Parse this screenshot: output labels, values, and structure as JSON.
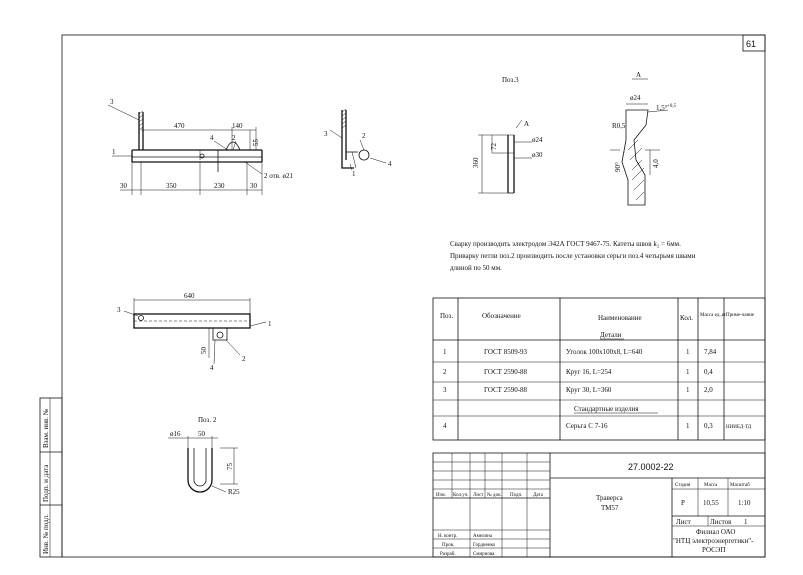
{
  "sheet_number": "61",
  "note": {
    "line1": "Сварку производить электродом Э42А ГОСТ 9467-75.  Катеты швов k₂ = 6мм.",
    "line2": "Приварку петли поз.2 производить после установки серьги поз.4 четырьмя швами",
    "line3": "длиной по 50 мм."
  },
  "views": {
    "main": {
      "dims": {
        "d470": "470",
        "d140": "140",
        "d55": "55",
        "d30a": "30",
        "d350": "350",
        "d230": "230",
        "d30b": "30",
        "holes": "2 отв.  ø21"
      },
      "callouts": {
        "c1": "1",
        "c2": "2",
        "c3": "3",
        "c4": "4"
      }
    },
    "side": {
      "callouts": {
        "c1": "1",
        "c2": "2",
        "c3": "3",
        "c4": "4"
      }
    },
    "pos3": {
      "title": "Поз.3",
      "d24": "ø24",
      "d30": "ø30",
      "d72": "72",
      "d360": "360",
      "markA": "А"
    },
    "sectionA": {
      "title": "А",
      "d24": "ø24",
      "r05": "R0,5",
      "slope": "1,5°",
      "slope_sup": "+0,5",
      "ang": "90°",
      "d40": "4,0"
    },
    "top": {
      "d640": "640",
      "d50": "50",
      "callouts": {
        "c1": "1",
        "c2": "2",
        "c3": "3",
        "c4": "4"
      }
    },
    "pos2": {
      "title": "Поз. 2",
      "d16": "ø16",
      "d50": "50",
      "d75": "75",
      "r25": "R25"
    }
  },
  "spec": {
    "headers": {
      "pos": "Поз.",
      "code": "Обозначение",
      "name": "Наименование",
      "qty": "Кол.",
      "mass": "Масса ед.,кг",
      "note": "Приме-чание"
    },
    "section_details": "Детали",
    "section_std": "Стандартные изделия",
    "rows": [
      {
        "pos": "1",
        "code": "ГОСТ 8509-93",
        "name": "Уголок 100х100х8, L=640",
        "qty": "1",
        "mass": "7,84",
        "note": ""
      },
      {
        "pos": "2",
        "code": "ГОСТ 2590-88",
        "name": "Круг 16, L=254",
        "qty": "1",
        "mass": "0,4",
        "note": ""
      },
      {
        "pos": "3",
        "code": "ГОСТ 2590-88",
        "name": "Круг 30, L=360",
        "qty": "1",
        "mass": "2,0",
        "note": ""
      },
      {
        "pos": "4",
        "code": "",
        "name": "Серьга С 7-16",
        "qty": "1",
        "mass": "0,3",
        "note": "НИИЕД-ТД"
      }
    ]
  },
  "title_block": {
    "doc_code": "27.0002-22",
    "name_line1": "Траверса",
    "name_line2": "ТМ57",
    "stage_label": "Стадия",
    "mass_label": "Масса",
    "scale_label": "Масштаб",
    "stage": "Р",
    "mass": "10,55",
    "scale": "1:10",
    "sheet_label": "Лист",
    "sheets_label": "Листов",
    "sheets": "1",
    "org_line1": "Филиал ОАО",
    "org_line2": "\"НТЦ электроэнергетики\"-",
    "org_line3": "РОСЭП",
    "col_headers": {
      "izm": "Изм.",
      "kol": "Кол.уч.",
      "list": "Лист",
      "ndok": "№ док.",
      "podp": "Подп.",
      "data": "Дата"
    },
    "roles": [
      {
        "role": "Н. контр.",
        "person": "Амелина"
      },
      {
        "role": "Пров.",
        "person": "Гордиенко"
      },
      {
        "role": "Разраб.",
        "person": "Смирнова"
      }
    ]
  },
  "side_stamp": {
    "inv_replace": "Взам. инв. №",
    "sign_date": "Подп. и дата",
    "inv_orig": "Инв. № подл."
  }
}
